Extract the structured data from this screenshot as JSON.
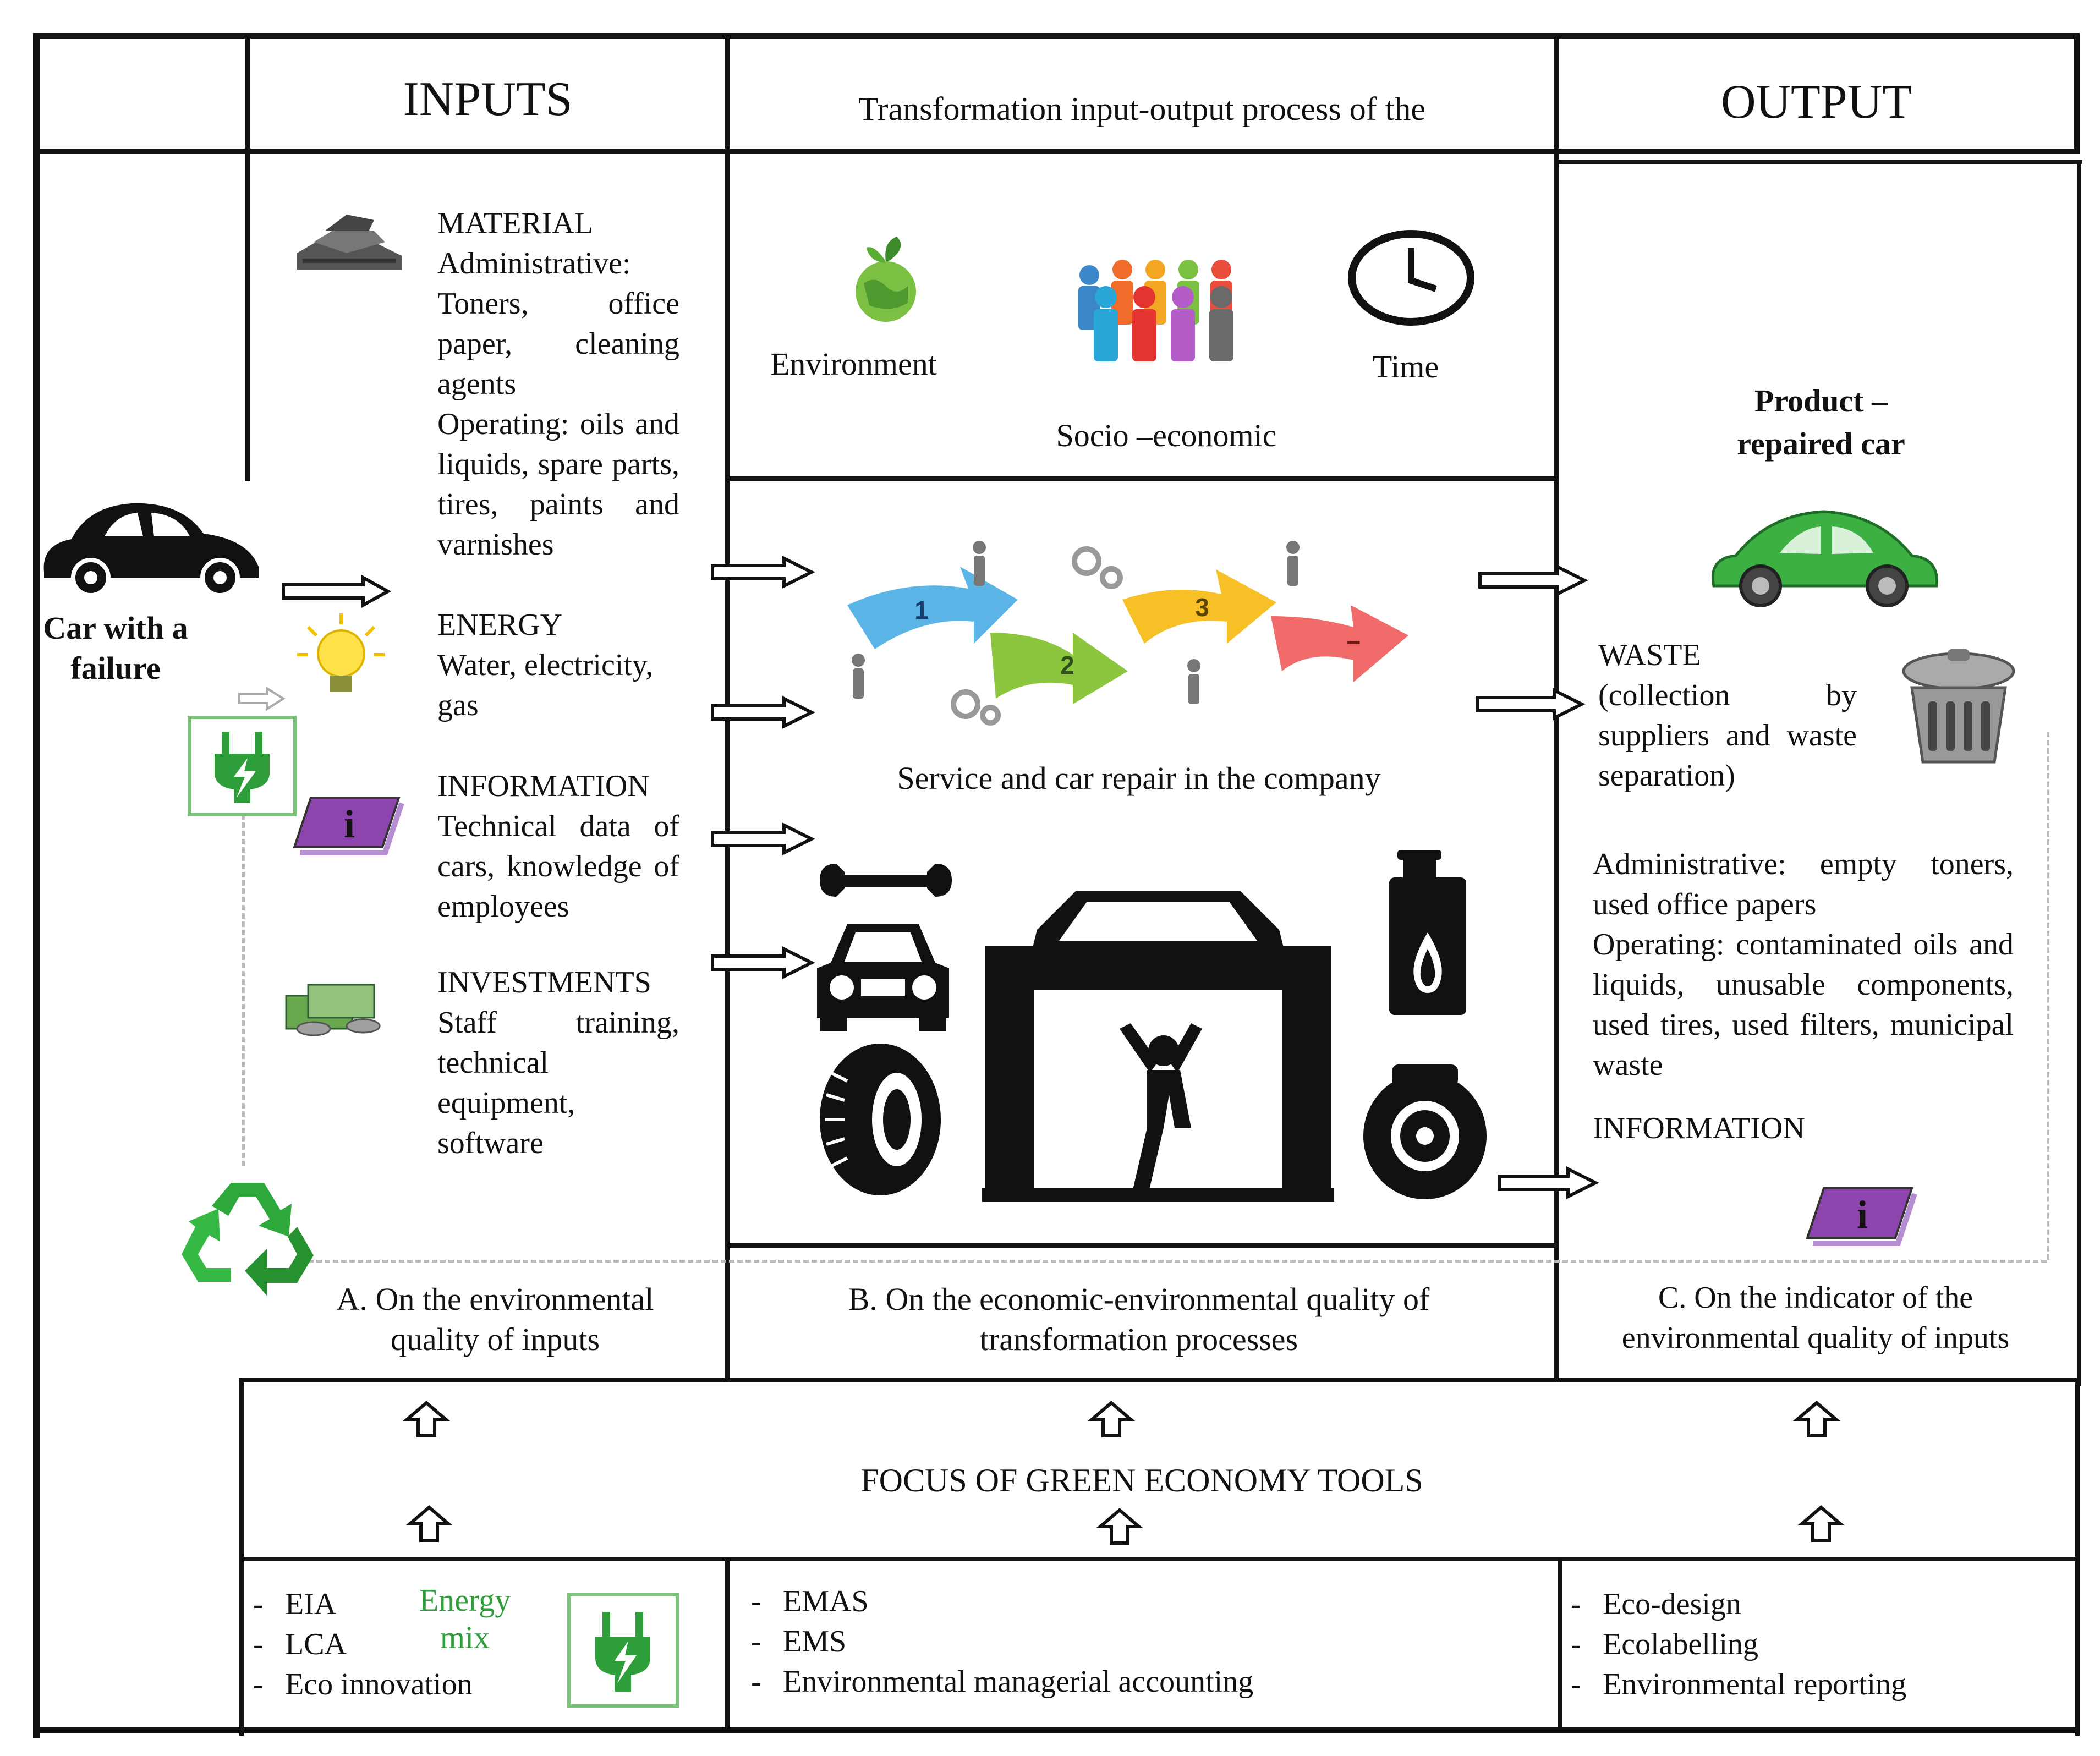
{
  "header": {
    "inputs": "INPUTS",
    "process": "Transformation input-output process of the",
    "output": "OUTPUT"
  },
  "left": {
    "car_label": "Car with a failure"
  },
  "inputs": {
    "material_title": "MATERIAL",
    "material_admin": "Administrative: Toners, office paper, cleaning agents",
    "material_operating": "Operating: oils and liquids, spare parts, tires, paints and varnishes",
    "energy_title": "ENERGY",
    "energy_text": "Water, electricity, gas",
    "information_title": "INFORMATION",
    "information_text": "Technical data of cars, knowledge of employees",
    "investments_title": "INVESTMENTS",
    "investments_text": "Staff training, technical equipment, software"
  },
  "process": {
    "environment": "Environment",
    "time": "Time",
    "socio": "Socio –economic",
    "steps": [
      "1",
      "2",
      "3",
      "–"
    ],
    "service": "Service and car repair in the company"
  },
  "output": {
    "product": "Product – repaired car",
    "waste_title": "WASTE",
    "waste_text": "(collection by suppliers and waste separation)",
    "admin": "Administrative: empty toners, used office papers",
    "operating": "Operating: contaminated oils and liquids, unusable components, used tires, used filters, municipal waste",
    "information": "INFORMATION"
  },
  "focus": {
    "a": "A. On the environmental quality of inputs",
    "b": "B. On the economic-environmental quality of transformation processes",
    "c": "C. On the indicator of the environmental quality of inputs",
    "title": "FOCUS OF GREEN ECONOMY TOOLS"
  },
  "tools": {
    "a": [
      "EIA",
      "LCA",
      "Eco innovation"
    ],
    "energy_mix": "Energy mix",
    "b": [
      "EMAS",
      "EMS",
      "Environmental managerial accounting"
    ],
    "c": [
      "Eco-design",
      "Ecolabelling",
      "Environmental reporting"
    ]
  },
  "colors": {
    "green_text": "#2e9e3a",
    "green_car": "#3cb043",
    "arrow1": "#5ab4e6",
    "arrow2": "#8cc63f",
    "arrow3": "#f6c026",
    "arrow4": "#f26b6b"
  }
}
